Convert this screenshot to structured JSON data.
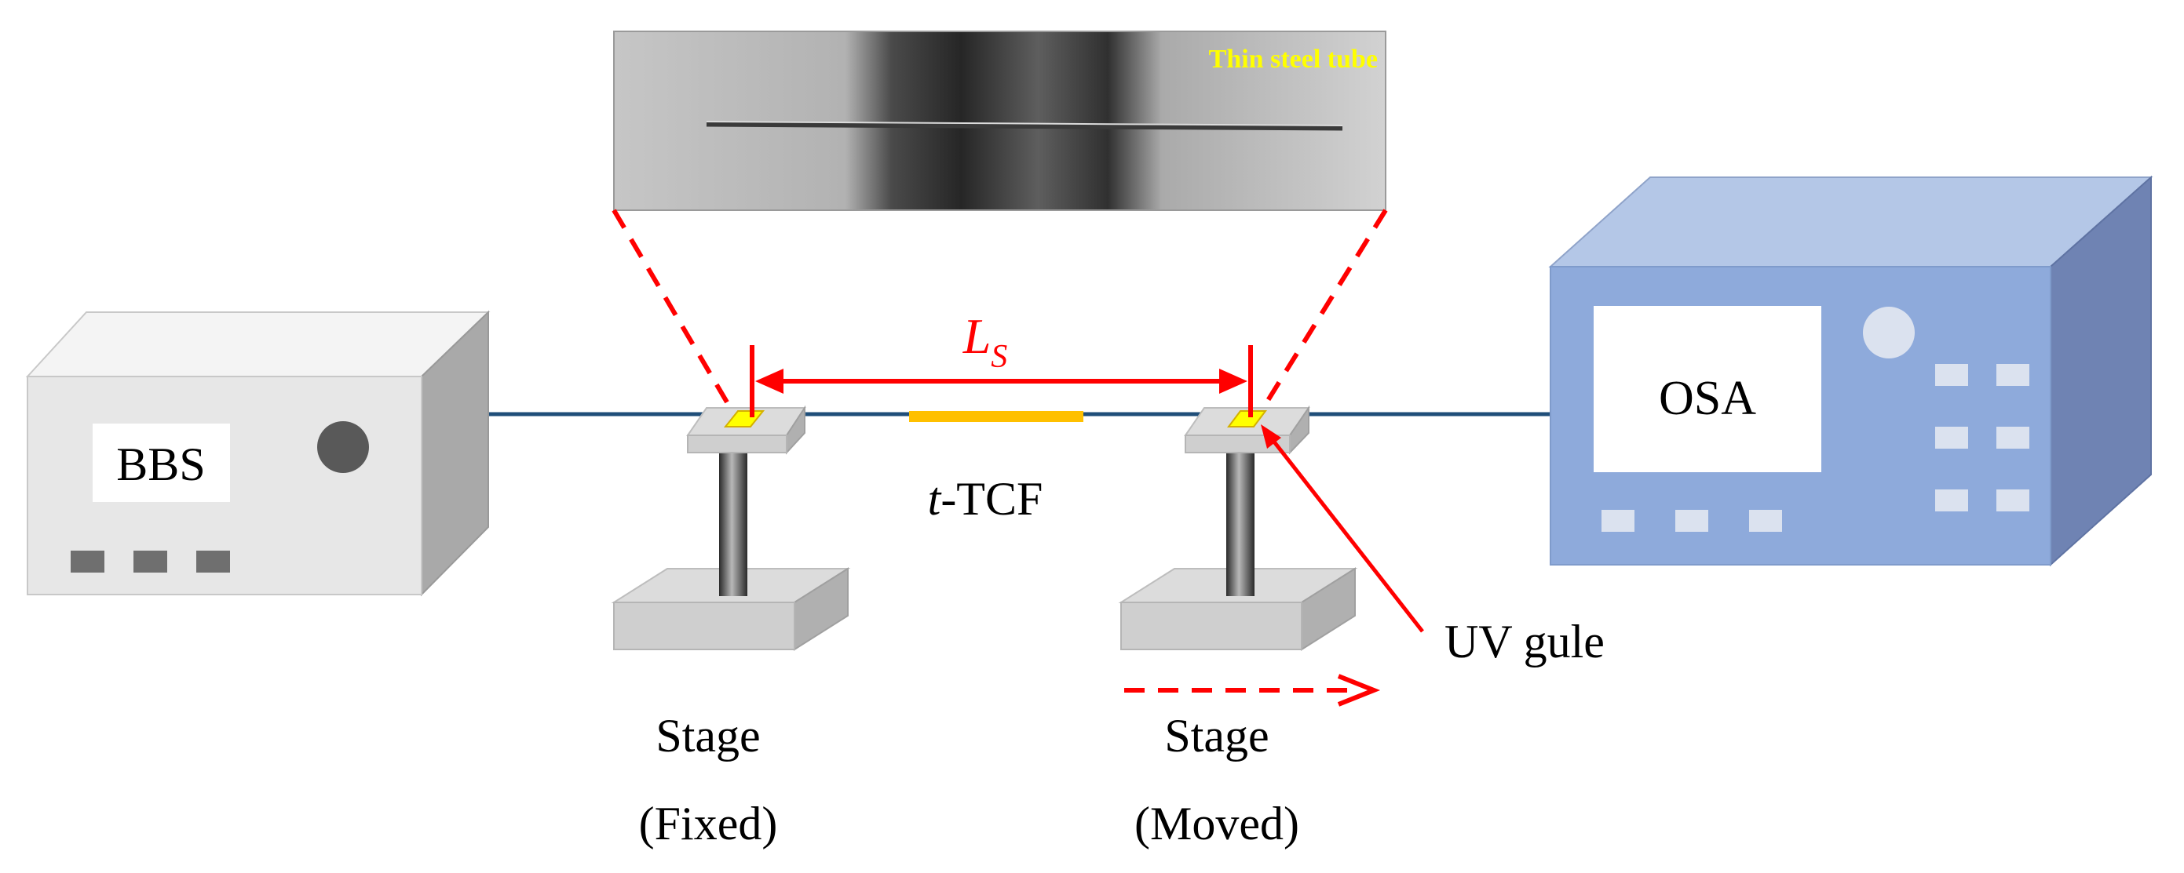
{
  "photo": {
    "caption": "Thin steel tube"
  },
  "bbs": {
    "label": "BBS"
  },
  "osa": {
    "label": "OSA"
  },
  "span": {
    "symbol": "L",
    "subscript": "S"
  },
  "fiber_segment": {
    "prefix": "t",
    "suffix": "-TCF"
  },
  "stage_fixed": {
    "line1": "Stage",
    "line2": "(Fixed)"
  },
  "stage_moved": {
    "line1": "Stage",
    "line2": "(Moved)"
  },
  "glue": {
    "label": "UV gule"
  },
  "colors": {
    "annotation_red": "#ff0000",
    "fiber": "#1f4e79",
    "tcf": "#ffc000",
    "glue": "#ffff00",
    "osa_front": "#8eaadb",
    "bbs_front": "#e7e7e7"
  }
}
